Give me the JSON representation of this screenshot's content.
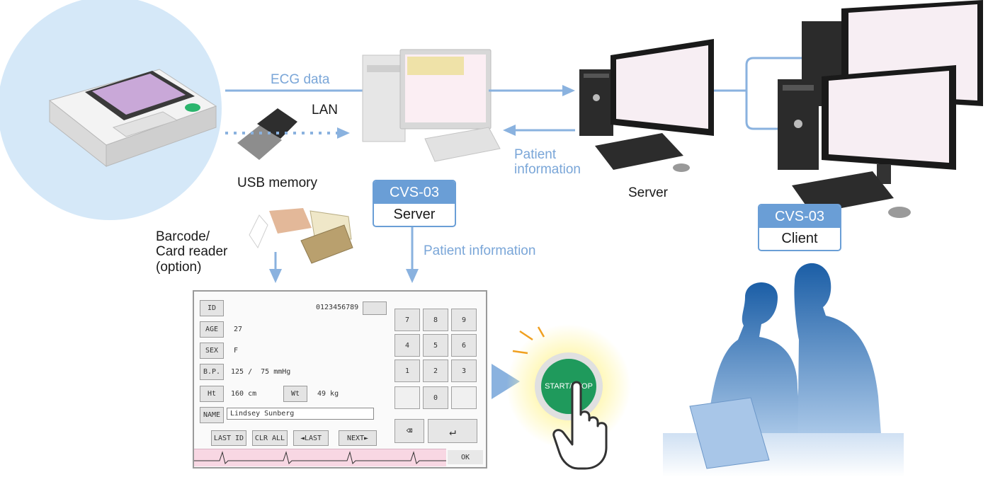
{
  "labels": {
    "ecg_data": "ECG data",
    "lan": "LAN",
    "usb_memory": "USB memory",
    "patient_information_right": "Patient\ninformation",
    "server_right": "Server",
    "patient_information_down": "Patient information",
    "barcode_reader": "Barcode/\nCard reader\n(option)"
  },
  "tags": {
    "server_tag": {
      "product": "CVS-03",
      "role": "Server"
    },
    "client_tag": {
      "product": "CVS-03",
      "role": "Client"
    }
  },
  "panel": {
    "fields": [
      {
        "key": "ID",
        "value": "0123456789"
      },
      {
        "key": "AGE",
        "value": "27"
      },
      {
        "key": "SEX",
        "value": "F"
      },
      {
        "key": "B.P.",
        "value": "125 /  75 mmHg"
      },
      {
        "key": "Ht",
        "value": "160 cm"
      },
      {
        "key": "Wt",
        "value": "49 kg"
      },
      {
        "key": "NAME",
        "value": "Lindsey Sunberg"
      }
    ],
    "keypad": [
      "7",
      "8",
      "9",
      "4",
      "5",
      "6",
      "1",
      "2",
      "3",
      "",
      "0",
      ""
    ],
    "bottom_buttons": [
      "LAST ID",
      "CLR ALL",
      "◄LAST",
      "NEXT►"
    ],
    "ok": "OK"
  },
  "start_button": "START/STOP",
  "colors": {
    "accent": "#6a9ed6",
    "arrow": "#8ab2df",
    "start_green": "#1f9a5c",
    "ecg_paper": "#f8d7e3"
  }
}
